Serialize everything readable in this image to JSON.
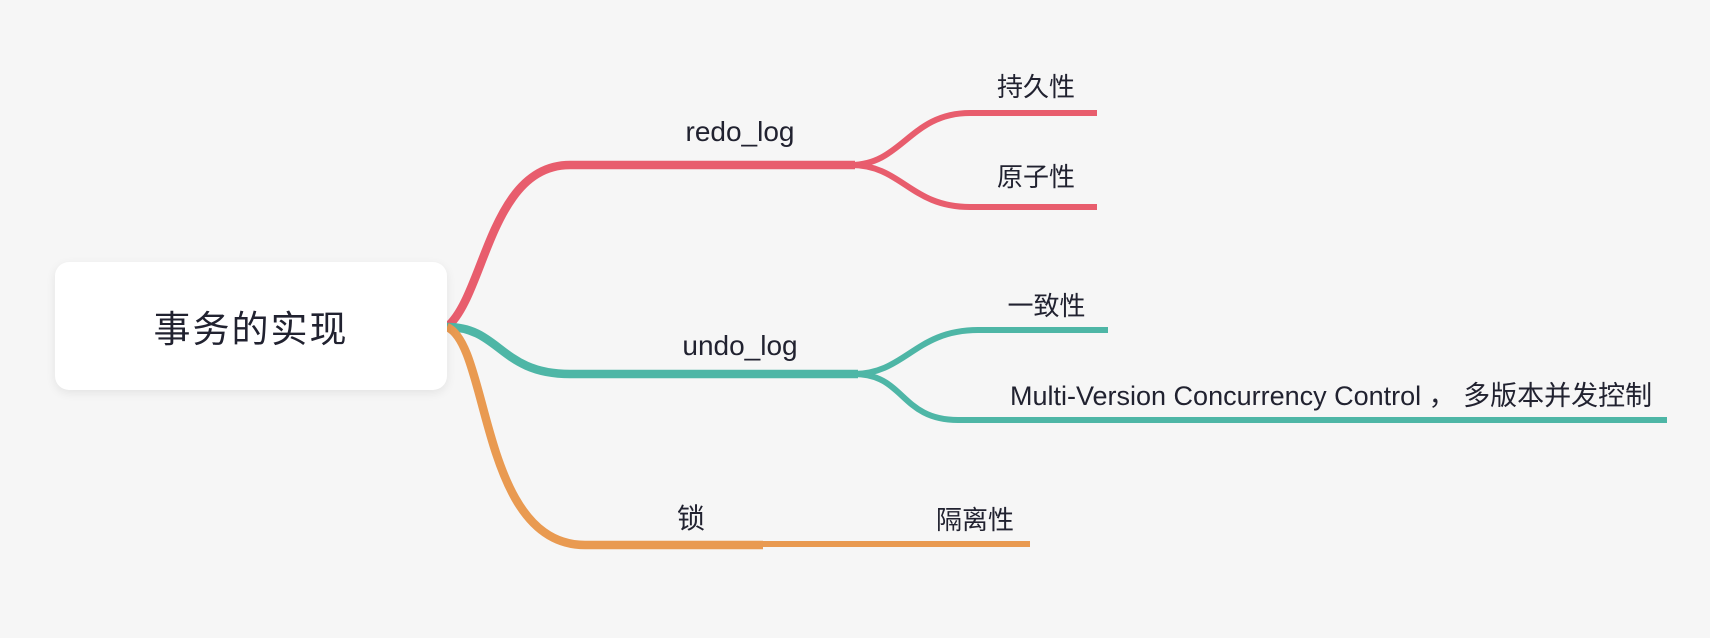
{
  "canvas": {
    "background": "#f6f6f6",
    "text_color": "#212230",
    "root_background": "#ffffff"
  },
  "root": {
    "label": "事务的实现"
  },
  "branches": [
    {
      "label": "redo_log",
      "color": "#e85d6d",
      "children": [
        {
          "label": "持久性"
        },
        {
          "label": "原子性"
        }
      ]
    },
    {
      "label": "undo_log",
      "color": "#4eb6a6",
      "children": [
        {
          "label": "一致性"
        },
        {
          "label": "Multi-Version Concurrency Control ， 多版本并发控制"
        }
      ]
    },
    {
      "label": "锁",
      "color": "#e99a51",
      "children": [
        {
          "label": "隔离性"
        }
      ]
    }
  ]
}
